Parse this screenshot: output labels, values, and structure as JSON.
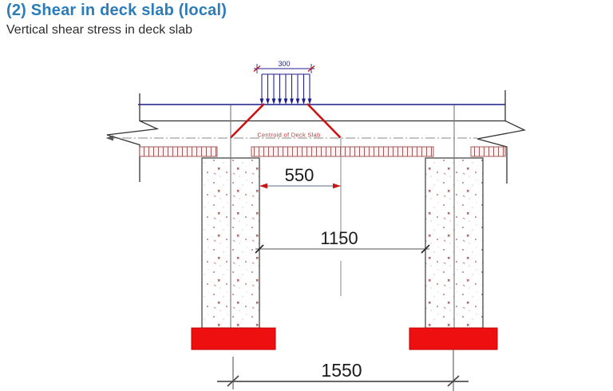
{
  "page": {
    "title": "(2) Shear in deck slab (local)",
    "subtitle": "Vertical shear stress in deck slab"
  },
  "diagram": {
    "centroid_label": "Centroid of Deck Slab",
    "dim_load_width": "300",
    "dim_shear_span": "550",
    "dim_clear_span": "1150",
    "dim_support_centres": "1550",
    "colors": {
      "heading_blue": "#2b7cb9",
      "drawing_navy": "#1c1c8f",
      "dispersal_red": "#cc1111",
      "bearing_pad_red": "#ee1010",
      "rebar_hatch_brown": "#a05858",
      "dim_text_black": "#1a1a1a"
    }
  }
}
